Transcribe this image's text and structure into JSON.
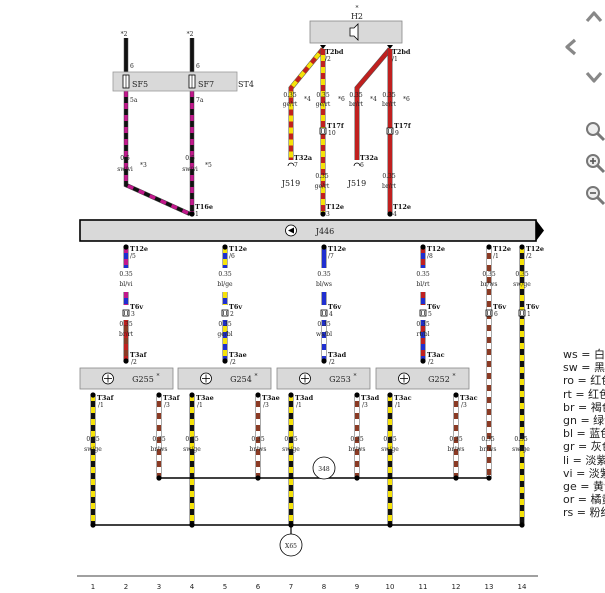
{
  "top_labels": {
    "hz": "H2",
    "hz_star": "*"
  },
  "fuse_block": {
    "fuses": [
      "SF5",
      "SF7"
    ],
    "name": "ST4",
    "feeds": [
      "*2",
      "*2"
    ],
    "pin_top": [
      "6",
      "6"
    ],
    "pin_bottom": [
      "5a",
      "7a"
    ]
  },
  "left_wires": [
    {
      "size": "0.5",
      "color": "sw/vi",
      "note": "*3"
    },
    {
      "size": "0.5",
      "color": "sw/vi",
      "note": "*5"
    }
  ],
  "speaker": {
    "conn_left": "T2bd",
    "pin_left": "/2",
    "conn_right": "T2bd",
    "pin_right": "/1"
  },
  "speaker_wires": [
    {
      "size": "0.35",
      "color": "ge/rt",
      "note": "*4"
    },
    {
      "size": "0.35",
      "color": "ge/rt",
      "note": "*6"
    },
    {
      "size": "0.35",
      "color": "br/rt",
      "note": "*4"
    },
    {
      "size": "0.35",
      "color": "br/rt",
      "note": "*6"
    }
  ],
  "t17f": [
    {
      "conn": "T17f",
      "pin": "10"
    },
    {
      "conn": "T17f",
      "pin": "9"
    }
  ],
  "j519": [
    {
      "conn": "T32a",
      "pin": "7",
      "name": "J519"
    },
    {
      "conn": "T32a",
      "pin": "6",
      "name": "J519"
    }
  ],
  "j446_in": [
    {
      "size": "0.35",
      "color": "ge/rt",
      "conn": "T12e",
      "pin": "3"
    },
    {
      "size": "0.35",
      "color": "br/rt",
      "conn": "T12e",
      "pin": "4"
    }
  ],
  "t16e": {
    "conn": "T16e",
    "pin": "1"
  },
  "module": {
    "name": "J446"
  },
  "j446_out": [
    {
      "conn": "T12e",
      "pin": "/5",
      "size": "0.35",
      "color": "bl/vi",
      "t6v": "T6v",
      "t6v_pin": "3"
    },
    {
      "conn": "T12e",
      "pin": "/6",
      "size": "0.35",
      "color": "bl/ge",
      "t6v": "T6v",
      "t6v_pin": "2"
    },
    {
      "conn": "T12e",
      "pin": "/7",
      "size": "0.35",
      "color": "bl/ws",
      "t6v": "T6v",
      "t6v_pin": "4"
    },
    {
      "conn": "T12e",
      "pin": "/8",
      "size": "0.35",
      "color": "bl/rt",
      "t6v": "T6v",
      "t6v_pin": "5"
    },
    {
      "conn": "T12e",
      "pin": "/1",
      "size": "0.35",
      "color": "br/ws",
      "t6v": "T6v",
      "t6v_pin": "6"
    },
    {
      "conn": "T12e",
      "pin": "/2",
      "size": "0.35",
      "color": "sw/ge",
      "t6v": "T6v",
      "t6v_pin": "1"
    }
  ],
  "sensor_in": [
    {
      "size": "0.35",
      "color": "br/rt",
      "conn": "T3af",
      "pin": "/2"
    },
    {
      "size": "0.35",
      "color": "ge/bl",
      "conn": "T3ae",
      "pin": "/2"
    },
    {
      "size": "0.35",
      "color": "ws/bl",
      "conn": "T3ad",
      "pin": "/2"
    },
    {
      "size": "0.35",
      "color": "rt/bl",
      "conn": "T3ac",
      "pin": "/2"
    }
  ],
  "sensors": [
    {
      "name": "G255",
      "star": "*"
    },
    {
      "name": "G254",
      "star": "*"
    },
    {
      "name": "G253",
      "star": "*"
    },
    {
      "name": "G252",
      "star": "*"
    }
  ],
  "sensor_out": [
    {
      "conn": "T3af",
      "pin": "/1",
      "size": "0.35",
      "color": "sw/ge"
    },
    {
      "conn": "T3af",
      "pin": "/3",
      "size": "0.35",
      "color": "br/ws"
    },
    {
      "conn": "T3ae",
      "pin": "/1",
      "size": "0.35",
      "color": "sw/ge"
    },
    {
      "conn": "T3ae",
      "pin": "/3",
      "size": "0.35",
      "color": "br/ws"
    },
    {
      "conn": "T3ad",
      "pin": "/1",
      "size": "0.35",
      "color": "sw/ge"
    },
    {
      "conn": "T3ad",
      "pin": "/3",
      "size": "0.35",
      "color": "br/ws"
    },
    {
      "conn": "T3ac",
      "pin": "/1",
      "size": "0.35",
      "color": "sw/ge"
    },
    {
      "conn": "T3ac",
      "pin": "/3",
      "size": "0.35",
      "color": "br/ws"
    }
  ],
  "col13": {
    "size": "0.35",
    "color": "br/ws"
  },
  "col14": {
    "size": "0.35",
    "color": "sw/ge"
  },
  "junctions": {
    "j348": "348",
    "x65": "X65"
  },
  "columns": [
    "1",
    "2",
    "3",
    "4",
    "5",
    "6",
    "7",
    "8",
    "9",
    "10",
    "11",
    "12",
    "13",
    "14"
  ],
  "legend": [
    {
      "code": "ws",
      "text": "ws = 白色"
    },
    {
      "code": "sw",
      "text": "sw = 黑色"
    },
    {
      "code": "ro",
      "text": "ro = 红色"
    },
    {
      "code": "rt",
      "text": "rt = 红色"
    },
    {
      "code": "br",
      "text": "br = 褐色"
    },
    {
      "code": "gn",
      "text": "gn = 绿色"
    },
    {
      "code": "bl",
      "text": "bl = 蓝色"
    },
    {
      "code": "gr",
      "text": "gr = 灰色"
    },
    {
      "code": "li",
      "text": "li = 淡紫色"
    },
    {
      "code": "vi",
      "text": "vi = 淡紫色"
    },
    {
      "code": "ge",
      "text": "ge = 黄色"
    },
    {
      "code": "or",
      "text": "or = 橘黄色"
    },
    {
      "code": "rs",
      "text": "rs = 粉红色"
    }
  ],
  "nav": {
    "up": "chevron-up-icon",
    "left": "chevron-left-icon",
    "down": "chevron-down-icon",
    "zoom_fit": "zoom-fit-icon",
    "zoom_in": "zoom-in-icon",
    "zoom_out": "zoom-out-icon"
  },
  "colors": {
    "sw": "#111111",
    "vi": "#c2188c",
    "ge": "#f5e20a",
    "rt": "#c0201f",
    "br": "#8a3a24",
    "bl": "#1f2fd0",
    "ws": "#ffffff",
    "box": "#d9d9d9"
  }
}
